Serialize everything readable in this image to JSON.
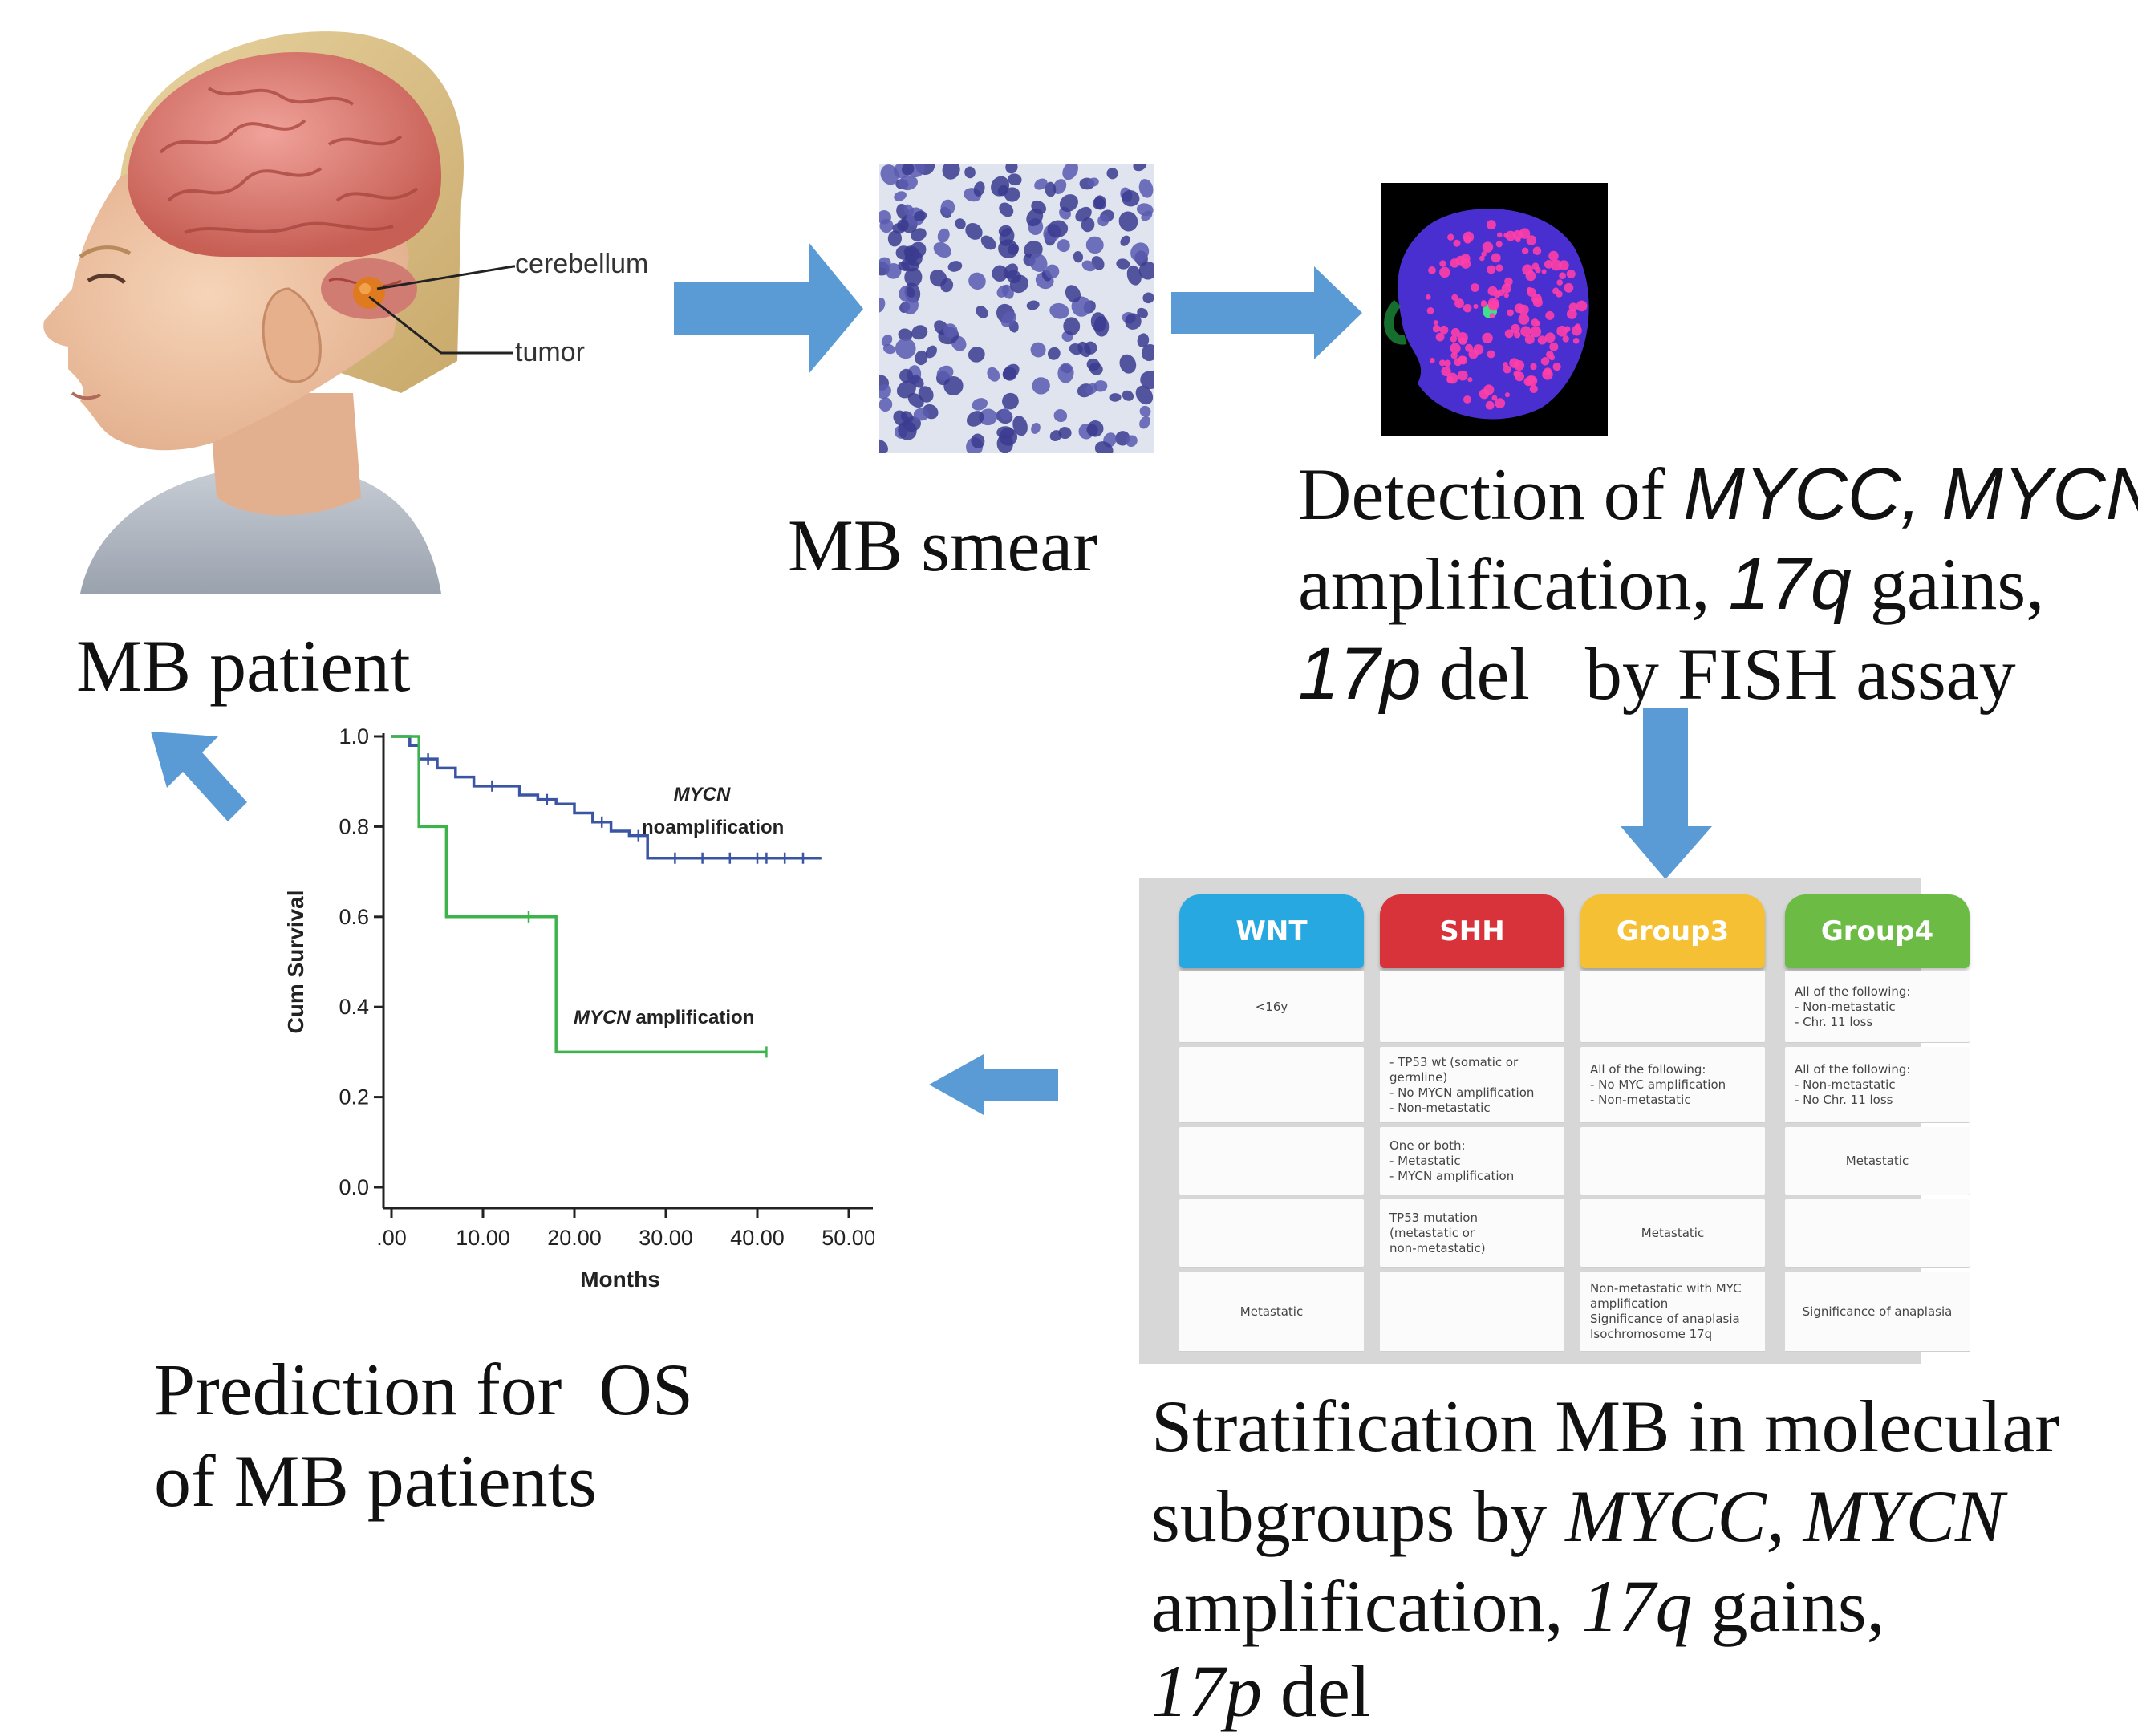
{
  "patient": {
    "label": "MB patient",
    "callouts": {
      "cerebellum": "cerebellum",
      "tumor": "tumor"
    }
  },
  "smear": {
    "label": "MB smear"
  },
  "fish": {
    "line1_pre": "Detection of ",
    "line1_genes": "MYCC, MYCN",
    "line2_pre": "amplification, ",
    "line2_gene": "17q",
    "line2_post": " gains,",
    "line3_gene": "17p",
    "line3_post": " del   by FISH assay"
  },
  "stratification": {
    "line1": "Stratification MB in molecular",
    "line2_pre": "subgroups by ",
    "line2_genes": "MYCC, MYCN",
    "line3_pre": "amplification, ",
    "line3_gene": "17q",
    "line3_post": " gains,",
    "line4_gene": "17p",
    "line4_post": " del",
    "table": {
      "headers": [
        {
          "label": "WNT",
          "color": "#27a8e0"
        },
        {
          "label": "SHH",
          "color": "#d8323a"
        },
        {
          "label": "Group3",
          "color": "#f5c033"
        },
        {
          "label": "Group4",
          "color": "#6cbb45"
        }
      ],
      "rows": [
        [
          "<16y",
          "",
          "",
          "All of the following:\n- Non-metastatic\n- Chr. 11 loss"
        ],
        [
          "",
          "- TP53 wt (somatic or\n  germline)\n- No MYCN amplification\n- Non-metastatic",
          "All of the following:\n- No MYC amplification\n- Non-metastatic",
          "All of the following:\n- Non-metastatic\n- No Chr. 11 loss"
        ],
        [
          "",
          "One or both:\n- Metastatic\n- MYCN amplification",
          "",
          "Metastatic"
        ],
        [
          "",
          "TP53 mutation\n(metastatic or\nnon-metastatic)",
          "Metastatic",
          ""
        ],
        [
          "Metastatic",
          "",
          "Non-metastatic with MYC\n  amplification\nSignificance of anaplasia\nIsochromosome 17q",
          "Significance of anaplasia"
        ]
      ]
    }
  },
  "prediction": {
    "line1": "Prediction for  OS",
    "line2": "of MB patients"
  },
  "colors": {
    "arrow": "#5b9bd5",
    "blue_curve": "#3a55a4",
    "green_curve": "#3cb44b"
  },
  "chart_data": {
    "type": "line",
    "xlabel": "Months",
    "ylabel": "Cum Survival",
    "xlim": [
      0,
      50
    ],
    "ylim": [
      0,
      1
    ],
    "xticks": [
      0,
      10,
      20,
      30,
      40,
      50
    ],
    "xtick_labels": [
      ".00",
      "10.00",
      "20.00",
      "30.00",
      "40.00",
      "50.00"
    ],
    "yticks": [
      0,
      0.2,
      0.4,
      0.6,
      0.8,
      1.0
    ],
    "ytick_labels": [
      "0.0",
      "0.2",
      "0.4",
      "0.6",
      "0.8",
      "1.0"
    ],
    "series": [
      {
        "name": "MYCN noamplification",
        "name_parts": [
          "MYCN",
          "noamplification"
        ],
        "color": "#3a55a4",
        "x": [
          0,
          2,
          2,
          3,
          3,
          5,
          5,
          7,
          7,
          9,
          9,
          14,
          14,
          16,
          16,
          18,
          18,
          20,
          20,
          22,
          22,
          24,
          24,
          26,
          26,
          28,
          28,
          47
        ],
        "y": [
          1,
          1,
          0.98,
          0.98,
          0.95,
          0.95,
          0.93,
          0.93,
          0.91,
          0.91,
          0.89,
          0.89,
          0.87,
          0.87,
          0.86,
          0.86,
          0.85,
          0.85,
          0.83,
          0.83,
          0.81,
          0.81,
          0.79,
          0.79,
          0.78,
          0.78,
          0.73,
          0.73
        ],
        "censored_x": [
          4,
          11,
          17,
          23,
          27,
          31,
          34,
          37,
          40,
          41,
          43,
          45
        ]
      },
      {
        "name": "MYCN amplification",
        "name_parts": [
          "MYCN",
          "amplification"
        ],
        "color": "#3cb44b",
        "x": [
          0,
          3,
          3,
          6,
          6,
          18,
          18,
          41
        ],
        "y": [
          1,
          1,
          0.8,
          0.8,
          0.6,
          0.6,
          0.3,
          0.3
        ],
        "censored_x": [
          15,
          41
        ]
      }
    ]
  }
}
